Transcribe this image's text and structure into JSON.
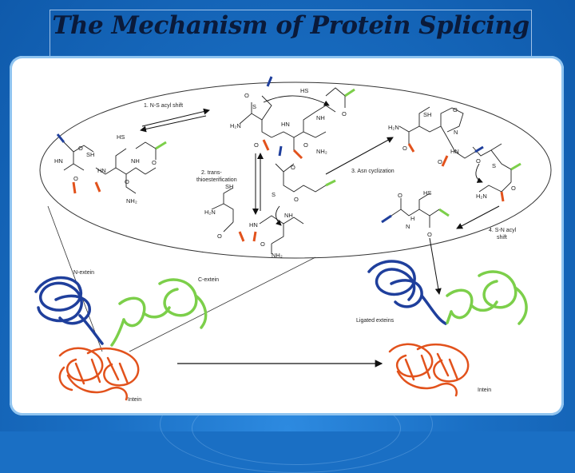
{
  "slide": {
    "title": "The Mechanism of Protein Splicing"
  },
  "steps": {
    "step1": "1. N-S acyl shift",
    "step2_line1": "2. trans-",
    "step2_line2": "thioesterification",
    "step3": "3. Asn cyclization",
    "step4_line1": "4. S-N acyl",
    "step4_line2": "shift"
  },
  "labels": {
    "n_extein": "N-extein",
    "c_extein": "C-extein",
    "intein_left": "Intein",
    "intein_right": "Intein",
    "ligated_exteins": "Ligated exteins"
  },
  "colors": {
    "n_extein": "#1f3f9c",
    "c_extein": "#7ccf4a",
    "intein": "#e2521c",
    "title_text": "#0a1a3a"
  }
}
